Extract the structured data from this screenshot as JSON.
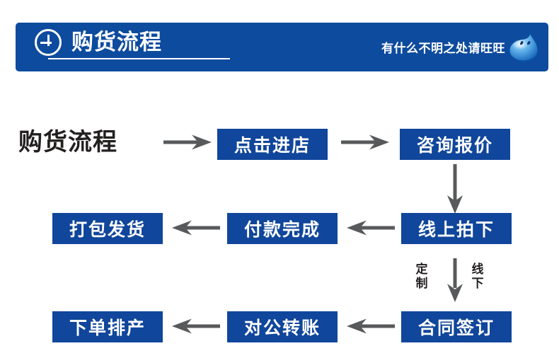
{
  "header": {
    "icon": "plus-circle-icon",
    "title": "购货流程",
    "note": "有什么不明之处请旺旺",
    "note_icon": "wangwang-icon",
    "bar_color": "#0d4b9e",
    "text_color": "#ffffff"
  },
  "diagram": {
    "type": "flowchart",
    "node_color": "#10469b",
    "node_text_color": "#ffffff",
    "arrow_color": "#58595b",
    "heading": "购货流程",
    "nodes": [
      {
        "id": "n1",
        "label": "点击进店",
        "row": 1
      },
      {
        "id": "n2",
        "label": "咨询报价",
        "row": 1
      },
      {
        "id": "n3",
        "label": "线上拍下",
        "row": 2
      },
      {
        "id": "n4",
        "label": "付款完成",
        "row": 2
      },
      {
        "id": "n5",
        "label": "打包发货",
        "row": 2
      },
      {
        "id": "n6",
        "label": "合同签订",
        "row": 3
      },
      {
        "id": "n7",
        "label": "对公转账",
        "row": 3
      },
      {
        "id": "n8",
        "label": "下单排产",
        "row": 3
      }
    ],
    "branch_labels": {
      "left": "定制",
      "right": "线下"
    },
    "edges": [
      {
        "from": "heading",
        "to": "n1",
        "direction": "right"
      },
      {
        "from": "n1",
        "to": "n2",
        "direction": "right"
      },
      {
        "from": "n2",
        "to": "n3",
        "direction": "down"
      },
      {
        "from": "n3",
        "to": "n4",
        "direction": "left"
      },
      {
        "from": "n4",
        "to": "n5",
        "direction": "left"
      },
      {
        "from": "n3",
        "to": "n6",
        "direction": "down"
      },
      {
        "from": "n6",
        "to": "n7",
        "direction": "left"
      },
      {
        "from": "n7",
        "to": "n8",
        "direction": "left"
      }
    ]
  }
}
